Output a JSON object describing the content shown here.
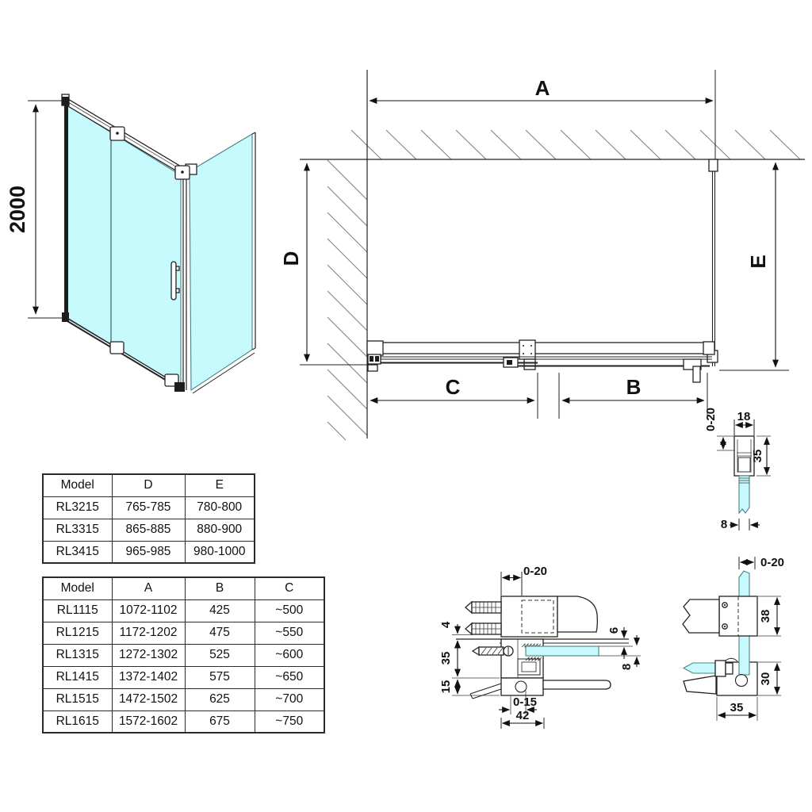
{
  "colors": {
    "glass": "#c7fafc",
    "glass_edge": "#4e8084",
    "line": "#1f1f1f"
  },
  "iso_view": {
    "height_label": "2000"
  },
  "plan_view": {
    "labels": {
      "a": "A",
      "b": "B",
      "c": "C",
      "d": "D",
      "e": "E"
    }
  },
  "detail_wall_profile": {
    "adjust": "0-20",
    "width": "18",
    "depth": "35",
    "glass_thickness": "8"
  },
  "detail_bottom_profile": {
    "adjust": "0-20",
    "anchor_offset": "4",
    "profile_height": "35",
    "base_height": "15",
    "gap": "6",
    "glass_thickness": "8",
    "travel": "0-15",
    "base_width": "42"
  },
  "detail_corner": {
    "adjust": "0-20",
    "bracket_height": "38",
    "base_height": "30",
    "base_width": "35"
  },
  "tables": {
    "de": {
      "headers": [
        "Model",
        "D",
        "E"
      ],
      "rows": [
        [
          "RL3215",
          "765-785",
          "780-800"
        ],
        [
          "RL3315",
          "865-885",
          "880-900"
        ],
        [
          "RL3415",
          "965-985",
          "980-1000"
        ]
      ]
    },
    "abc": {
      "headers": [
        "Model",
        "A",
        "B",
        "C"
      ],
      "rows": [
        [
          "RL1115",
          "1072-1102",
          "425",
          "~500"
        ],
        [
          "RL1215",
          "1172-1202",
          "475",
          "~550"
        ],
        [
          "RL1315",
          "1272-1302",
          "525",
          "~600"
        ],
        [
          "RL1415",
          "1372-1402",
          "575",
          "~650"
        ],
        [
          "RL1515",
          "1472-1502",
          "625",
          "~700"
        ],
        [
          "RL1615",
          "1572-1602",
          "675",
          "~750"
        ]
      ]
    }
  }
}
